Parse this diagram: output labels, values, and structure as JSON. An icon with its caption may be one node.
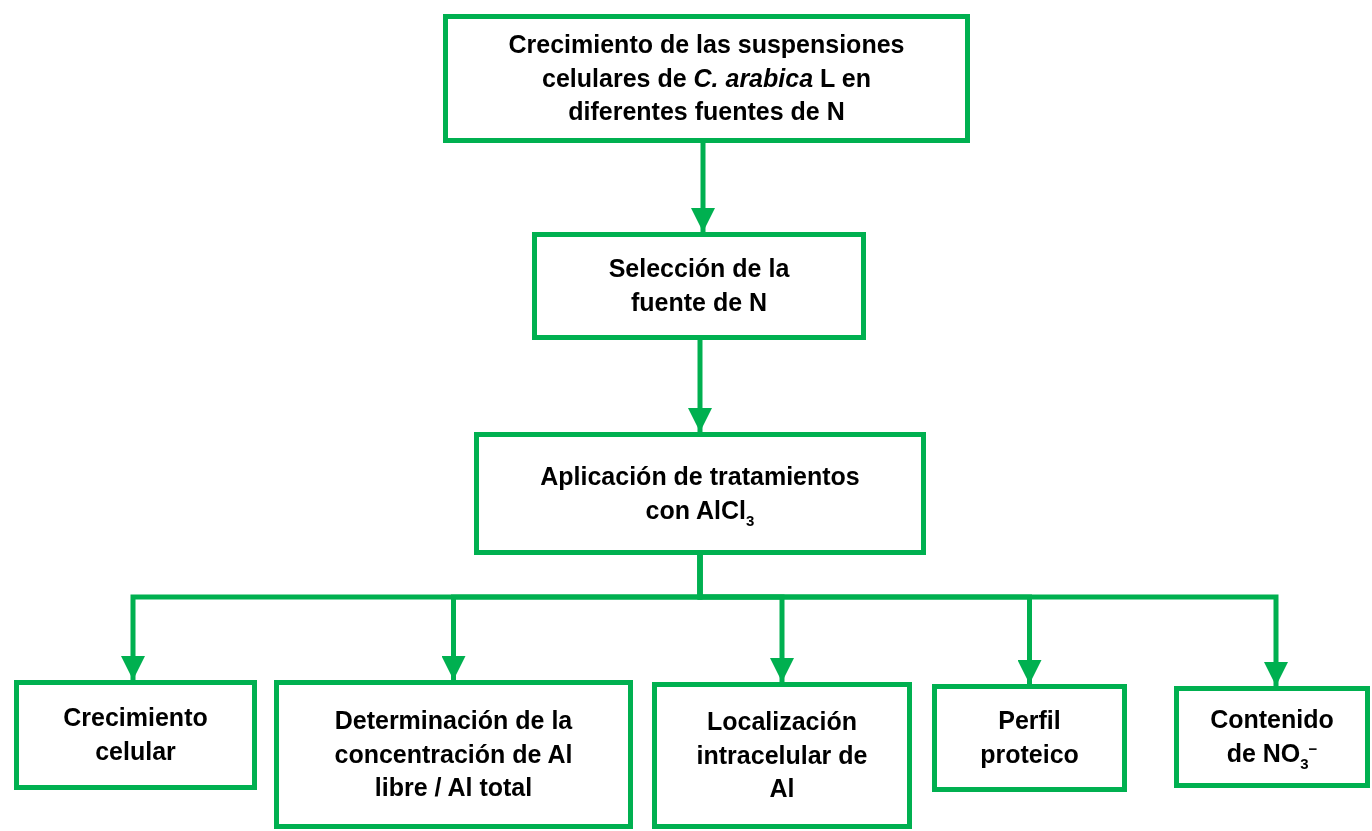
{
  "diagram": {
    "nodes": [
      {
        "text": [
          "Crecimiento de las suspensiones celulares de *C. arabica* L en diferentes fuentes de N"
        ]
      },
      {
        "text": [
          "Selección de la fuente de N"
        ]
      },
      {
        "text": [
          "Aplicación de tratamientos con AlCl$_{3}$"
        ]
      },
      {
        "text": [
          "Crecimiento celular"
        ]
      },
      {
        "text": [
          "Determinación de la concentración de Al libre / Al total"
        ]
      },
      {
        "text": [
          "Localización intracelular de Al"
        ]
      },
      {
        "text": [
          "Perfil proteico"
        ]
      },
      {
        "text": [
          "Contenido de NO$_{3}$$^{−}$"
        ]
      }
    ],
    "edges": [
      {
        "from": 0,
        "to": 1,
        "arrow": "to"
      },
      {
        "from": 1,
        "to": 2,
        "arrow": "to"
      },
      {
        "from": 2,
        "to": 3,
        "arrow": "to"
      },
      {
        "from": 2,
        "to": 4,
        "arrow": "to"
      },
      {
        "from": 2,
        "to": 5,
        "arrow": "to"
      },
      {
        "from": 2,
        "to": 6,
        "arrow": "to"
      },
      {
        "from": 2,
        "to": 7,
        "arrow": "to"
      }
    ]
  }
}
